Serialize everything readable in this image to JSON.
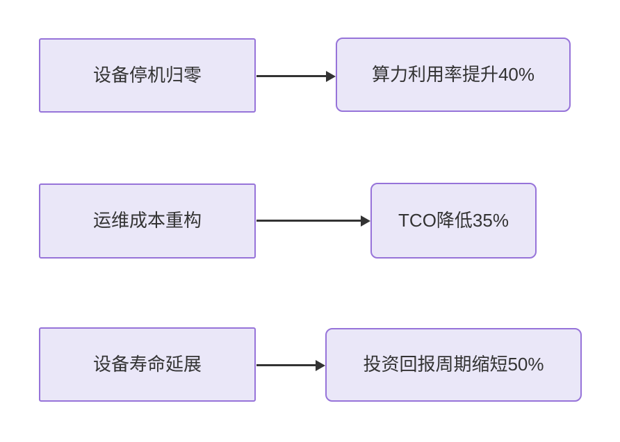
{
  "diagram": {
    "type": "flowchart",
    "direction": "left-to-right",
    "rows": [
      {
        "source": "设备停机归零",
        "target": "算力利用率提升40%",
        "connector": "arrow-right"
      },
      {
        "source": "运维成本重构",
        "target": "TCO降低35%",
        "connector": "arrow-right"
      },
      {
        "source": "设备寿命延展",
        "target": "投资回报周期缩短50%",
        "connector": "arrow-right"
      }
    ],
    "styles": {
      "node_fill": "#EAE7F8",
      "node_border": "#9673D9",
      "source_shape": "rectangle",
      "target_shape": "rounded-rectangle",
      "arrow_color": "#333333",
      "text_color": "#333333",
      "background": "#FFFFFF"
    }
  }
}
